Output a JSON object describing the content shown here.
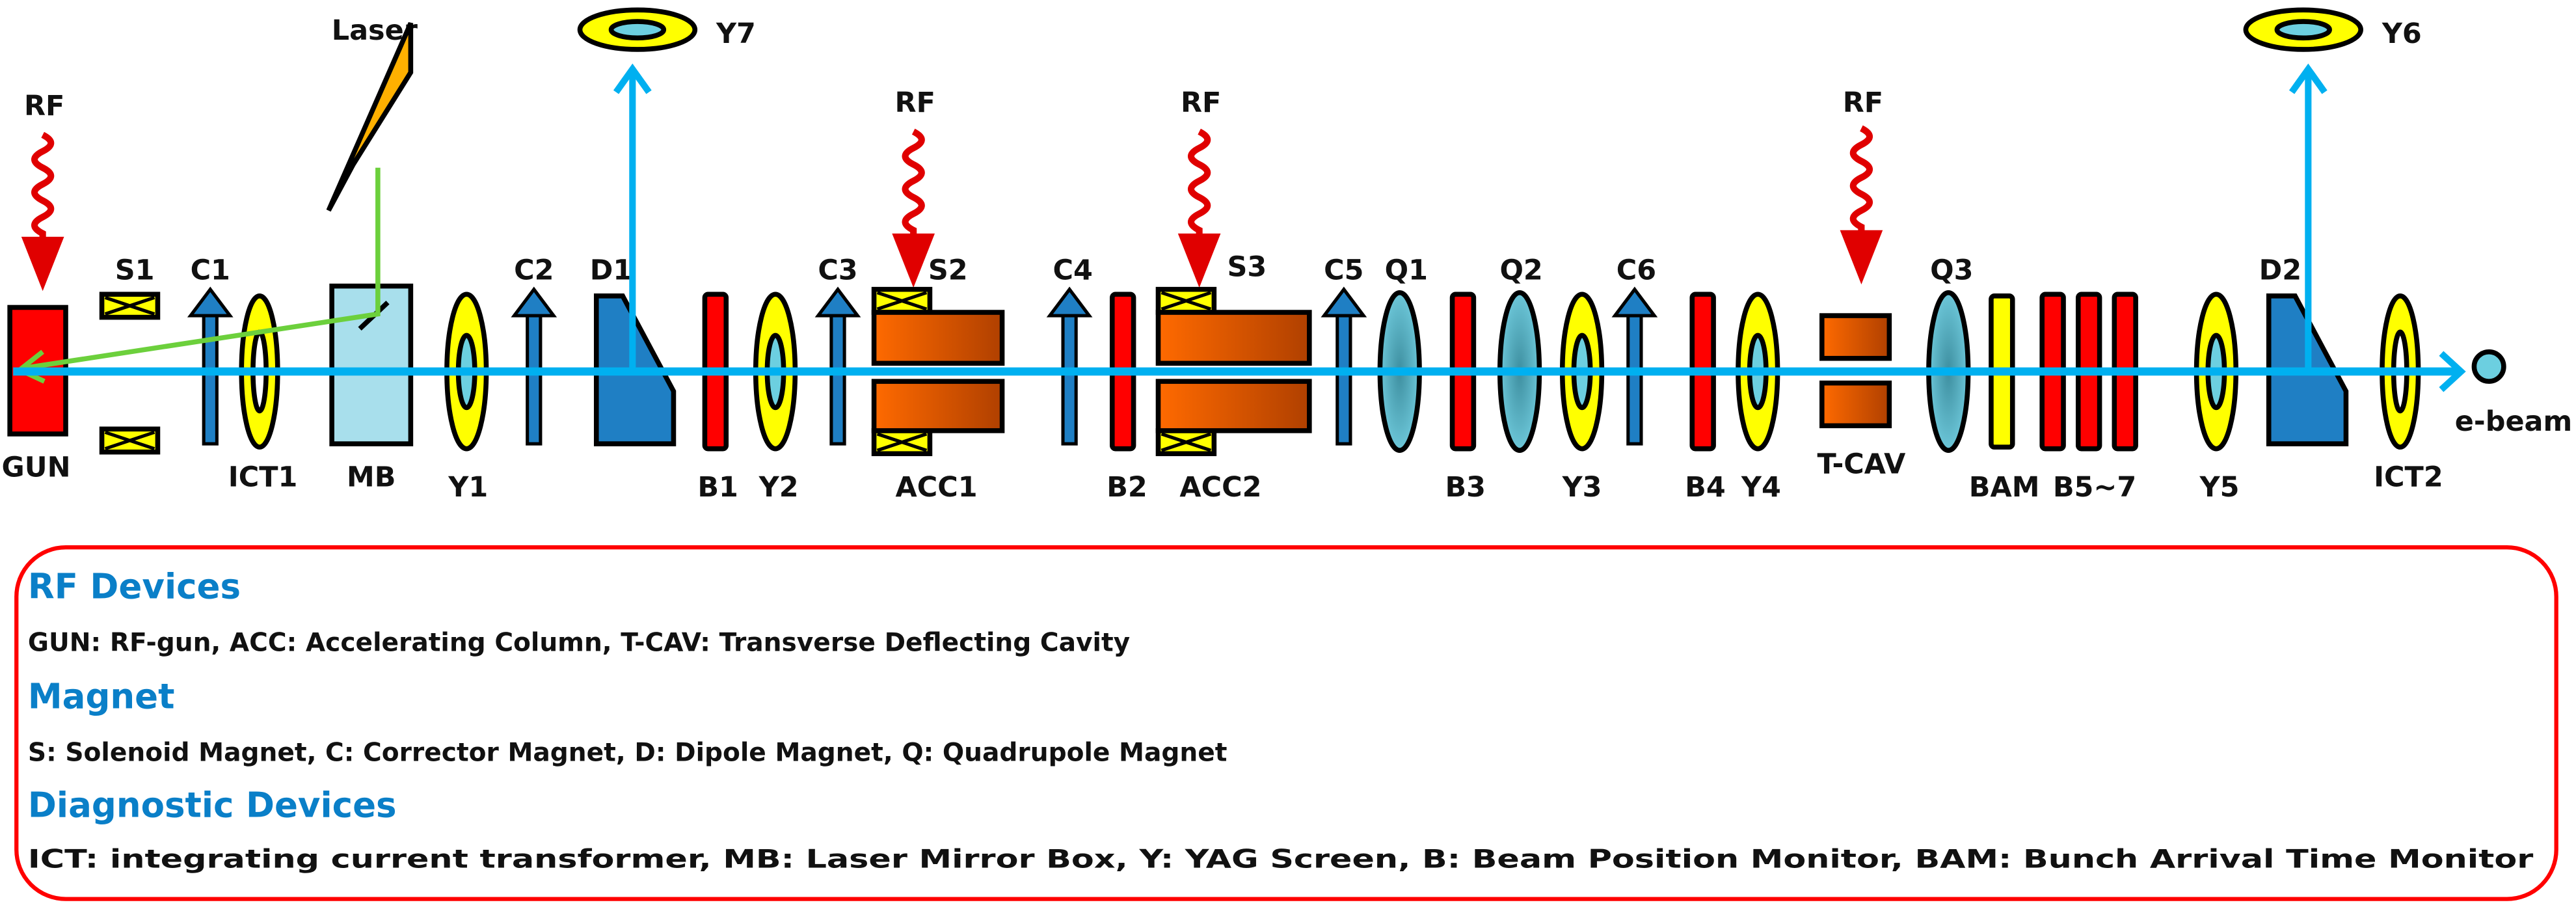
{
  "labels": {
    "rf": "RF",
    "laser": "Laser",
    "gun": "GUN",
    "s1": "S1",
    "c1": "C1",
    "ict1": "ICT1",
    "mb": "MB",
    "y1": "Y1",
    "c2": "C2",
    "d1": "D1",
    "y7": "Y7",
    "b1": "B1",
    "y2": "Y2",
    "c3": "C3",
    "s2": "S2",
    "acc1": "ACC1",
    "c4": "C4",
    "b2": "B2",
    "s3": "S3",
    "acc2": "ACC2",
    "c5": "C5",
    "q1": "Q1",
    "b3": "B3",
    "q2": "Q2",
    "y3": "Y3",
    "c6": "C6",
    "b4": "B4",
    "y4": "Y4",
    "tcav": "T-CAV",
    "q3": "Q3",
    "bam": "BAM",
    "b57": "B5~7",
    "y5": "Y5",
    "d2": "D2",
    "y6": "Y6",
    "ict2": "ICT2",
    "ebeam": "e-beam"
  },
  "legend": {
    "rf_title": "RF Devices",
    "rf_text": "GUN: RF-gun, ACC: Accelerating Column, T-CAV: Transverse Deflecting Cavity",
    "magnet_title": "Magnet",
    "magnet_text": "S: Solenoid Magnet, C: Corrector Magnet, D: Dipole Magnet, Q: Quadrupole Magnet",
    "diag_title": "Diagnostic Devices",
    "diag_text": "ICT: integrating current transformer, MB: Laser Mirror Box, Y: YAG Screen, B: Beam Position Monitor, BAM: Bunch Arrival Time Monitor"
  },
  "colors": {
    "beam": "#00b0f0",
    "rf": "#e00000",
    "legend_border": "#ff0000",
    "heading": "#0a7fc8"
  }
}
